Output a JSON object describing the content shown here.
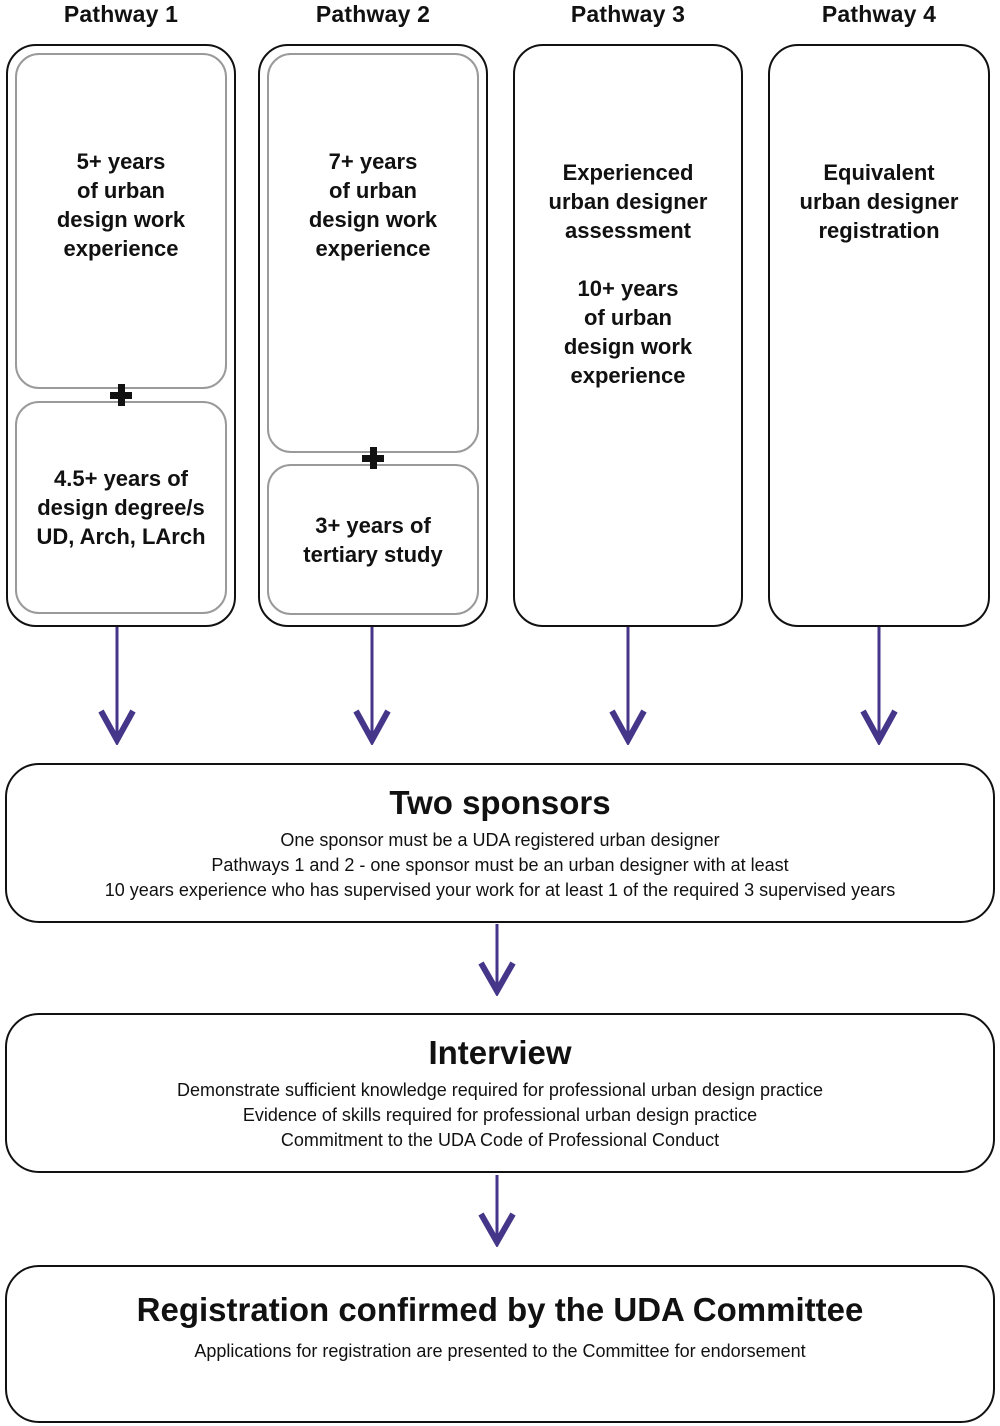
{
  "palette": {
    "background": "#ffffff",
    "box_border": "#111111",
    "inner_box_border": "#9a9a9a",
    "arrow": "#46368a",
    "text": "#111111"
  },
  "pathways": [
    {
      "label": "Pathway 1",
      "top_box_lines": [
        "5+ years",
        "of urban",
        "design work",
        "experience"
      ],
      "joiner_icon": "plus-icon",
      "joiner_symbol": "+",
      "bottom_box_lines": [
        "4.5+ years of",
        "design degree/s",
        "UD, Arch, LArch"
      ]
    },
    {
      "label": "Pathway 2",
      "top_box_lines": [
        "7+ years",
        "of urban",
        "design work",
        "experience"
      ],
      "joiner_icon": "plus-icon",
      "joiner_symbol": "+",
      "bottom_box_lines": [
        "3+ years of",
        "tertiary study"
      ]
    },
    {
      "label": "Pathway 3",
      "paragraphs": [
        [
          "Experienced",
          "urban designer",
          "assessment"
        ],
        [
          "10+ years",
          "of urban",
          "design work",
          "experience"
        ]
      ]
    },
    {
      "label": "Pathway 4",
      "paragraphs": [
        [
          "Equivalent",
          "urban designer",
          "registration"
        ]
      ]
    }
  ],
  "sponsors": {
    "title": "Two sponsors",
    "lines": [
      "One sponsor must be a UDA registered urban designer",
      "Pathways 1 and 2 - one sponsor must be an urban designer with at least",
      "10 years experience who has supervised your work for at least 1 of the required 3 supervised years"
    ]
  },
  "interview": {
    "title": "Interview",
    "lines": [
      "Demonstrate sufficient knowledge required for professional urban design practice",
      "Evidence of skills required for professional urban design practice",
      "Commitment to the UDA Code of Professional Conduct"
    ]
  },
  "registration": {
    "title": "Registration confirmed by the UDA Committee",
    "subtitle": "Applications for registration are presented to the Committee for endorsement"
  }
}
